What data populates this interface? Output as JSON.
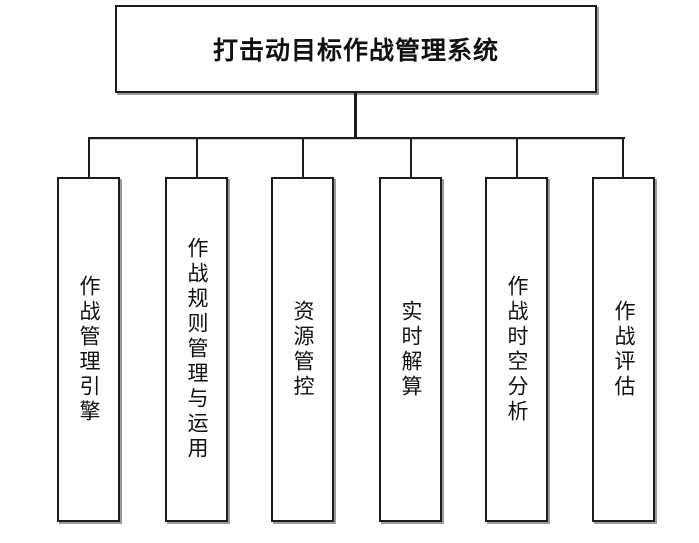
{
  "diagram": {
    "type": "hierarchy",
    "root": {
      "label": "打击动目标作战管理系统"
    },
    "children": [
      {
        "label": "作战管理引擎"
      },
      {
        "label": "作战规则管理与运用"
      },
      {
        "label": "资源管控"
      },
      {
        "label": "实时解算"
      },
      {
        "label": "作战时空分析"
      },
      {
        "label": "作战评估"
      }
    ],
    "colors": {
      "line": "#1c1c1c",
      "box_border": "#1c1c1c",
      "box_fill": "#ffffff",
      "box_shadow": "#9b9b9b",
      "text": "#111111",
      "background": "#ffffff"
    }
  }
}
